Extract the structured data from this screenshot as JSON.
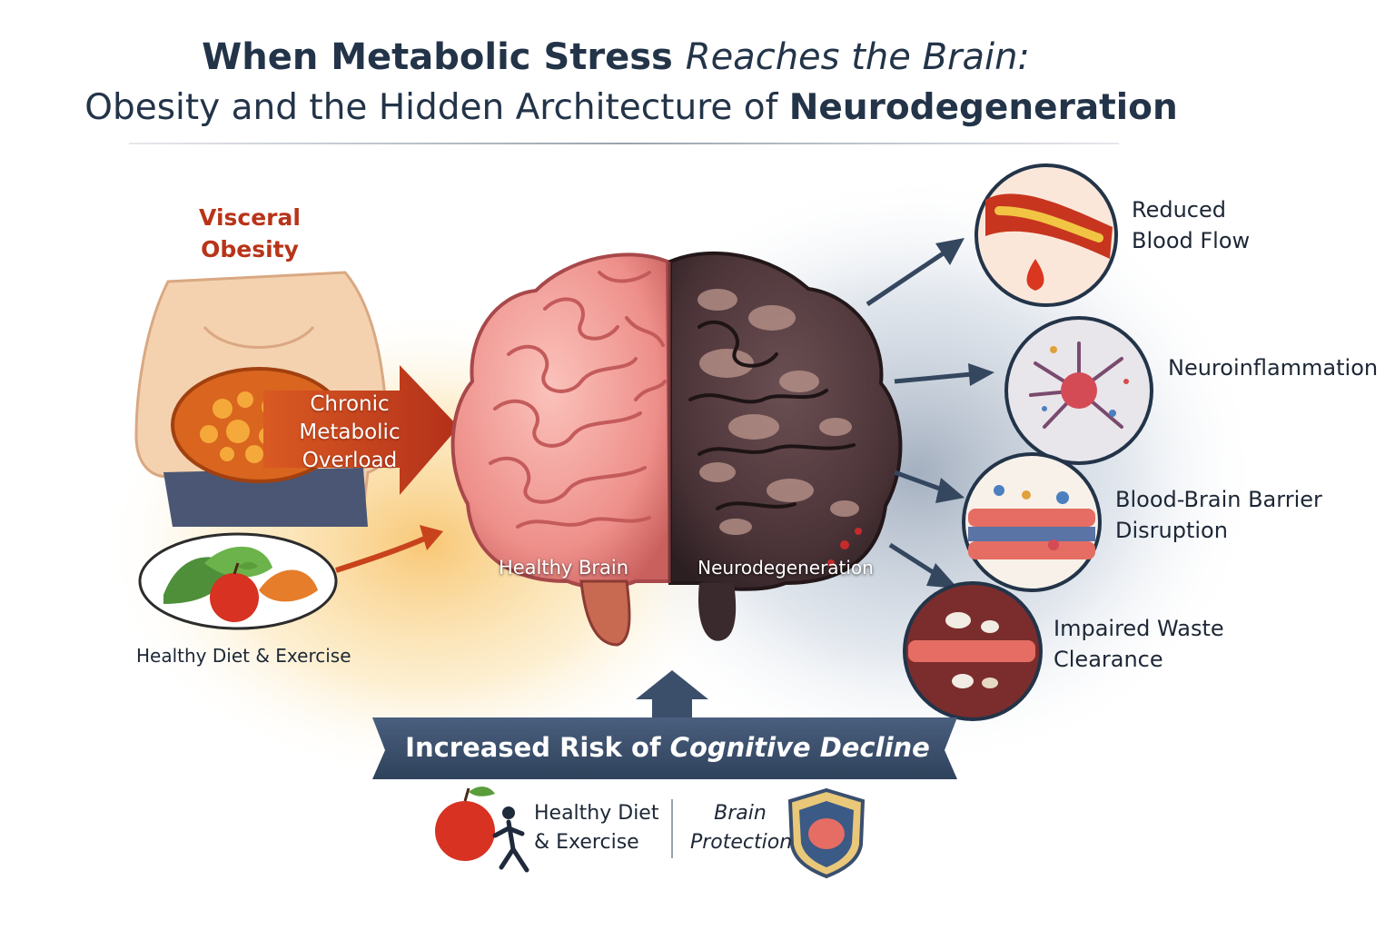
{
  "title": {
    "line1_bold": "When Metabolic Stress",
    "line1_italic": "Reaches the Brain:",
    "line2_regular": "Obesity and the Hidden Architecture of",
    "line2_bold": "Neurodegeneration"
  },
  "left": {
    "obesity_label": [
      "Visceral",
      "Obesity"
    ],
    "arrow_label": [
      "Chronic",
      "Metabolic",
      "Overload"
    ],
    "diet_label": "Healthy Diet & Exercise"
  },
  "brain": {
    "healthy_label": "Healthy Brain",
    "degenerated_label": "Neurodegeneration"
  },
  "effects": [
    {
      "icon": "blood-vessel-icon",
      "label": [
        "Reduced",
        "Blood Flow"
      ]
    },
    {
      "icon": "inflamed-cell-icon",
      "label": [
        "Neuroinflammation"
      ]
    },
    {
      "icon": "barrier-layer-icon",
      "label": [
        "Blood-Brain Barrier",
        "Disruption"
      ]
    },
    {
      "icon": "waste-clearance-icon",
      "label": [
        "Impaired Waste",
        "Clearance"
      ]
    }
  ],
  "banner": {
    "part1": "Increased Risk of",
    "part2": "Cognitive Decline"
  },
  "bottom": {
    "diet": [
      "Healthy Diet",
      "& Exercise"
    ],
    "protection": [
      "Brain",
      "Protection"
    ]
  },
  "colors": {
    "navy": "#233449",
    "accent_red": "#b83419",
    "banner": "#3b4f6b",
    "arrow_orange": "#c8431c"
  }
}
